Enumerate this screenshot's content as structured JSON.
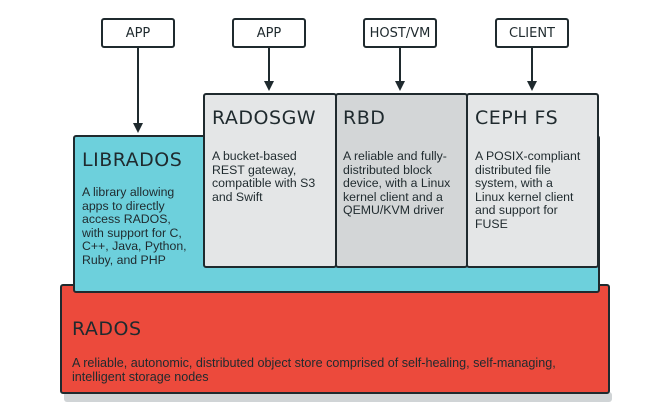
{
  "top_labels": [
    "APP",
    "APP",
    "HOST/VM",
    "CLIENT"
  ],
  "components": {
    "librados": {
      "title": "LIBRADOS",
      "desc": [
        "A library allowing",
        "apps to directly",
        "access RADOS,",
        "with support for C,",
        "C++, Java, Python,",
        "Ruby, and PHP"
      ],
      "color": "#6dd0dc"
    },
    "radosgw": {
      "title": "RADOSGW",
      "desc": [
        "A bucket-based",
        "REST gateway,",
        "compatible with S3",
        "and Swift"
      ],
      "color": "#e4e6e7"
    },
    "rbd": {
      "title": "RBD",
      "desc": [
        "A reliable and fully-",
        "distributed block",
        "device, with a Linux",
        "kernel client and a",
        "QEMU/KVM driver"
      ],
      "color": "#d3d6d7"
    },
    "cephfs": {
      "title": "CEPH FS",
      "desc": [
        "A POSIX-compliant",
        "distributed file",
        "system, with a",
        "Linux kernel client",
        "and support for",
        "FUSE"
      ],
      "color": "#e4e6e7"
    },
    "rados": {
      "title": "RADOS",
      "desc": [
        "A reliable, autonomic, distributed object store comprised of self-healing, self-managing,",
        "intelligent storage nodes"
      ],
      "color": "#ec4a3c"
    }
  }
}
